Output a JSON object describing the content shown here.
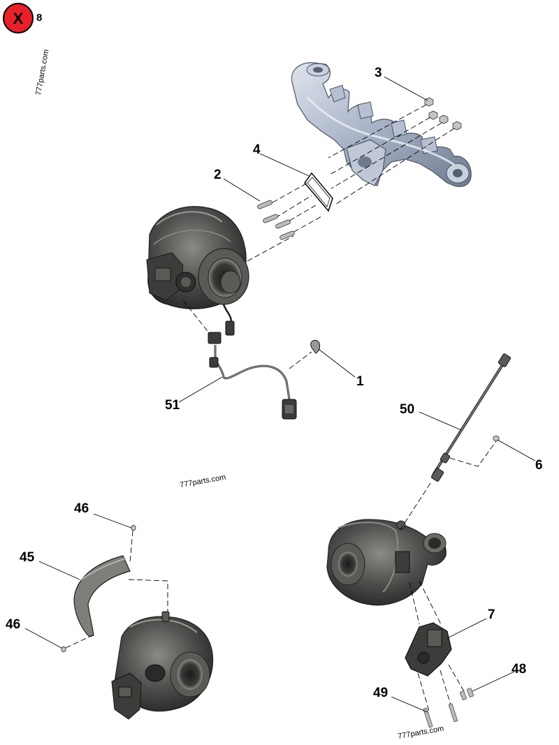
{
  "header": {
    "close_icon_glyph": "X",
    "badge": "8",
    "close_color": "#e8202a"
  },
  "watermarks": {
    "vertical": "777parts.com",
    "center": "777parts.com",
    "bottom": "777parts.com"
  },
  "callouts": {
    "c1": "1",
    "c2": "2",
    "c3": "3",
    "c4": "4",
    "c6": "6",
    "c7": "7",
    "c45": "45",
    "c46a": "46",
    "c46b": "46",
    "c48": "48",
    "c49": "49",
    "c50": "50",
    "c51": "51"
  },
  "parts": {
    "exhaust_manifold": "exhaust-manifold",
    "turbocharger_upper": "turbocharger",
    "turbocharger_right": "turbocharger",
    "turbocharger_left": "turbocharger",
    "wiring_harness": "wiring-harness",
    "oil_line": "oil-feed-tube",
    "heat_shield": "heat-shield",
    "actuator": "actuator"
  },
  "colors": {
    "manifold": "#a9b4c8",
    "turbo": "#4a4a48",
    "turbo_dark": "#2b2b2a",
    "turbo_light": "#7a7a76"
  }
}
